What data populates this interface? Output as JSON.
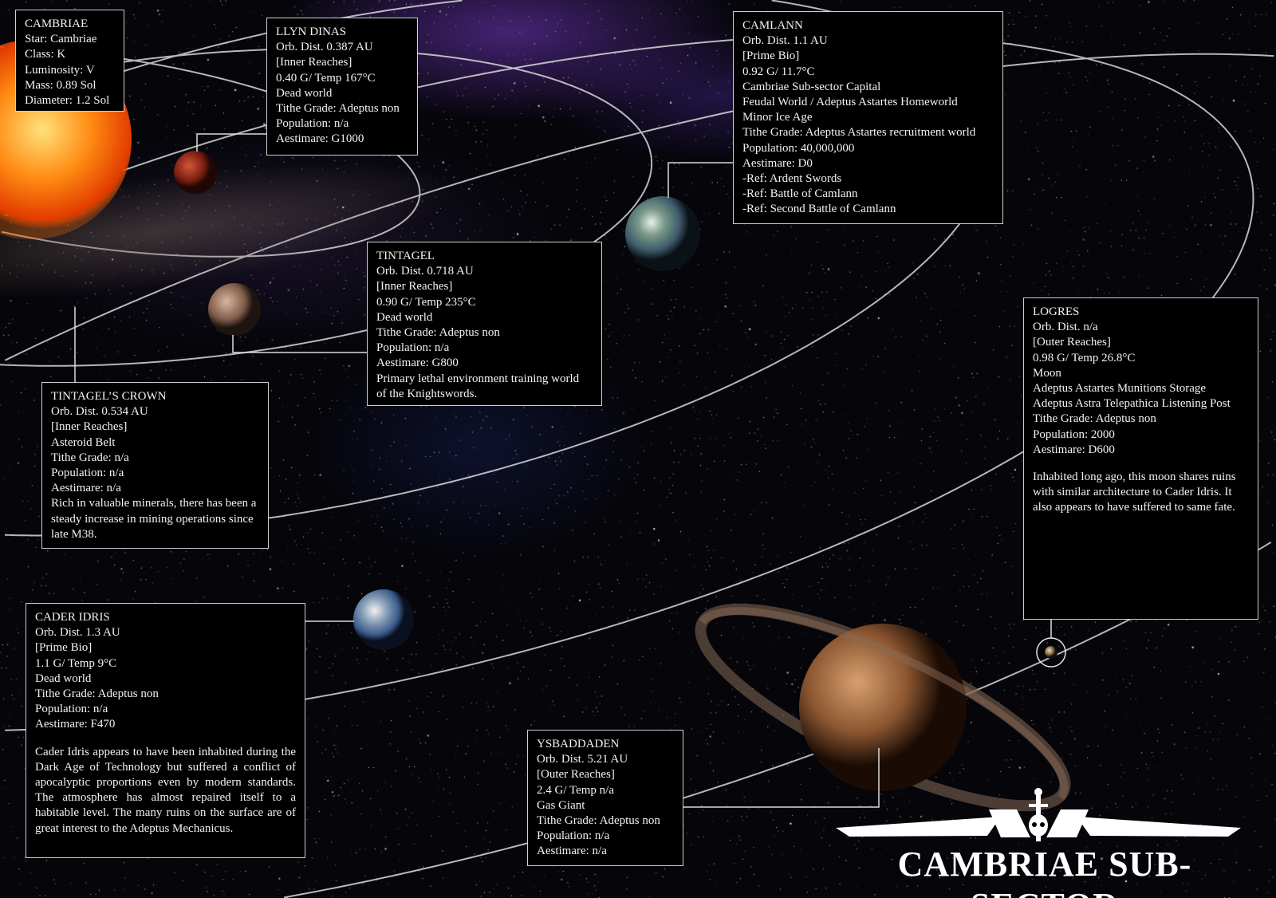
{
  "title": "CAMBRIAE SUB-SECTOR",
  "colors": {
    "box_bg": "#000000",
    "box_border": "#cfcfcf",
    "text": "#f2f2f2",
    "orbit": "#d8d8d8"
  },
  "cambriae": [
    "CAMBRIAE",
    "Star: Cambriae",
    "Class: K",
    "Luminosity: V",
    "Mass: 0.89 Sol",
    "Diameter: 1.2 Sol"
  ],
  "llyn_dinas": [
    "LLYN DINAS",
    "Orb.  Dist.  0.387  AU",
    "[Inner Reaches]",
    "0.40 G/ Temp 167°C",
    "Dead world",
    "Tithe Grade: Adeptus non",
    "Population: n/a",
    "Aestimare: G1000"
  ],
  "camlann": [
    "CAMLANN",
    "Orb.  Dist.  1.1  AU",
    "[Prime Bio]",
    "0.92 G/ 11.7°C",
    "Cambriae Sub-sector Capital",
    "Feudal World / Adeptus Astartes Homeworld",
    "Minor Ice Age",
    "Tithe Grade: Adeptus Astartes recruitment world",
    "Population: 40,000,000",
    "Aestimare: D0",
    "-Ref: Ardent Swords",
    "-Ref: Battle of Camlann",
    "-Ref: Second Battle of Camlann"
  ],
  "tintagel": [
    "TINTAGEL",
    "Orb.  Dist.  0.718  AU",
    "[Inner Reaches]",
    "0.90 G/ Temp 235°C",
    "Dead world",
    "Tithe Grade: Adeptus non",
    "Population: n/a",
    "Aestimare: G800",
    "Primary lethal environment training world",
    "of the Knightswords."
  ],
  "tintagels_crown": {
    "lines": [
      "TINTAGEL’S CROWN",
      "Orb.  Dist.  0.534  AU",
      "[Inner Reaches]",
      "Asteroid Belt",
      "Tithe Grade: n/a",
      "Population: n/a",
      "Aestimare: n/a"
    ],
    "desc": "Rich in valuable minerals, there has been a steady increase in mining operations since late M38."
  },
  "logres": {
    "lines": [
      "LOGRES",
      "Orb.  Dist.  n/a",
      "[Outer Reaches]",
      "0.98 G/ Temp 26.8°C",
      "Moon",
      "Adeptus Astartes Munitions Storage",
      "Adeptus Astra Telepathica Listening Post",
      "Tithe Grade: Adeptus non",
      "Population: 2000",
      "Aestimare: D600"
    ],
    "desc": "Inhabited long ago, this moon shares ruins with similar architecture to Cader Idris. It also appears to have suffered to same fate."
  },
  "cader_idris": {
    "lines": [
      "CADER IDRIS",
      "Orb.  Dist.  1.3  AU",
      "[Prime Bio]",
      "1.1 G/ Temp 9°C",
      "Dead world",
      "Tithe Grade: Adeptus non",
      "Population: n/a",
      "Aestimare: F470"
    ],
    "desc": "Cader Idris appears to have been inhabited during the Dark Age of Technology but suffered a conflict of apocalyptic proportions even by modern standards. The atmosphere has almost repaired itself to a habitable level. The many ruins on the surface are of great interest to the Adeptus Mechanicus."
  },
  "ysbaddaden": [
    "YSBADDADEN",
    "Orb.  Dist.  5.21  AU",
    "[Outer Reaches]",
    "2.4 G/ Temp n/a",
    "Gas Giant",
    "Tithe Grade: Adeptus non",
    "Population: n/a",
    "Aestimare: n/a"
  ]
}
